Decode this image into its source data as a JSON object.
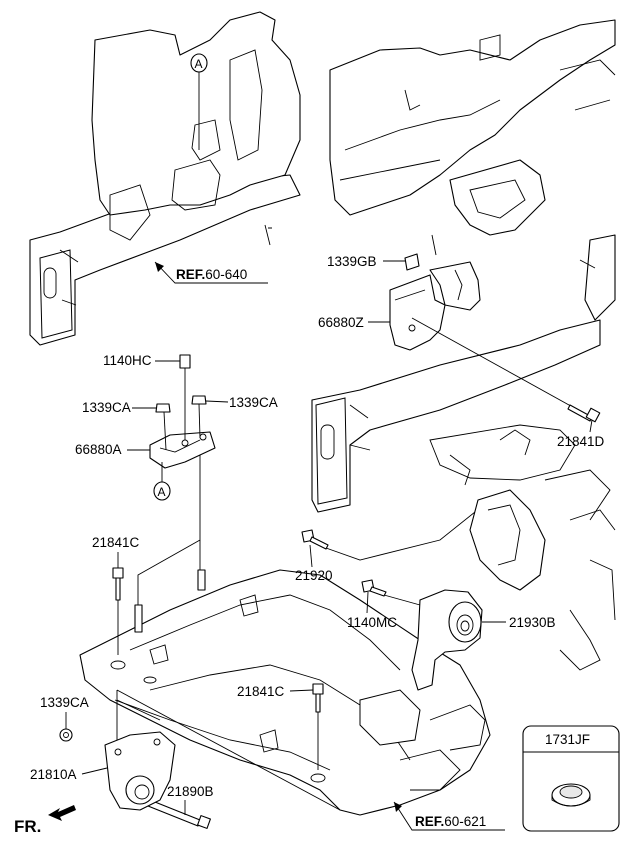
{
  "labels": {
    "ref_upper": {
      "prefix": "REF.",
      "code": "60-640"
    },
    "ref_lower": {
      "prefix": "REF.",
      "code": "60-621"
    },
    "p1339GB": "1339GB",
    "p66880Z": "66880Z",
    "p21841D": "21841D",
    "p1140HC": "1140HC",
    "p1339CA_left": "1339CA",
    "p1339CA_right": "1339CA",
    "p66880A": "66880A",
    "callout_a_top": "A",
    "callout_a_mid": "A",
    "p21841C_top": "21841C",
    "p21920": "21920",
    "p1140MC": "1140MC",
    "p21930B": "21930B",
    "p21841C_mid": "21841C",
    "p1339CA_low": "1339CA",
    "p21810A": "21810A",
    "p21890B": "21890B",
    "inset_title": "1731JF",
    "front_label": "FR."
  }
}
